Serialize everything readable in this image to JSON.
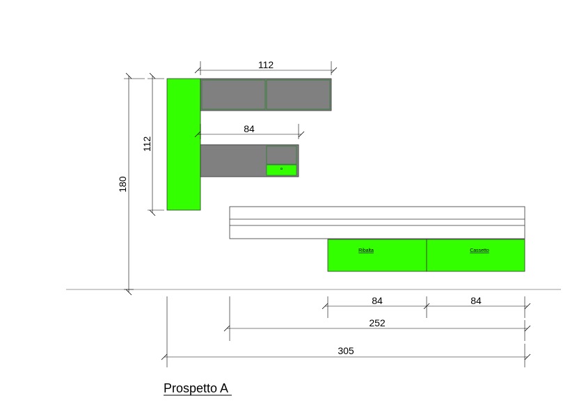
{
  "colors": {
    "green": "#33ff00",
    "grey": "#808080",
    "line": "#000000",
    "ground": "#9a9a9a"
  },
  "title": "Prospetto A",
  "dimensions": {
    "top_width": "112",
    "mid_width": "84",
    "left_height_inner": "112",
    "left_height_total": "180",
    "bottom_84_a": "84",
    "bottom_84_b": "84",
    "bottom_252": "252",
    "bottom_305": "305"
  },
  "labels": {
    "ribalta": "Ribalta",
    "cassetto": "Cassetto"
  }
}
